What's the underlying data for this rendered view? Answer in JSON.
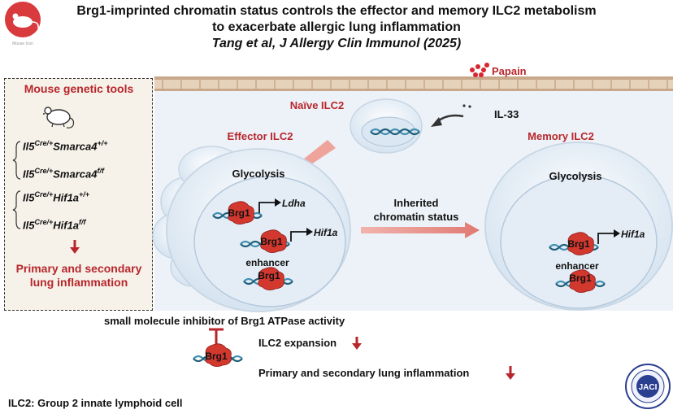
{
  "header": {
    "title_line1": "Brg1-imprinted chromatin status controls the effector and memory ILC2 metabolism",
    "title_line2": "to exacerbate allergic lung inflammation",
    "citation": "Tang et al, J Allergy Clin Immunol (2025)",
    "logo_caption": "Mouse Icon"
  },
  "left_panel": {
    "heading": "Mouse genetic tools",
    "geno1": {
      "base": "Il5",
      "sup1": "Cre/+",
      "gene": "Smarca4",
      "sup2": "+/+"
    },
    "geno2": {
      "base": "Il5",
      "sup1": "Cre/+",
      "gene": "Smarca4",
      "sup2": "f/f"
    },
    "geno3": {
      "base": "Il5",
      "sup1": "Cre/+",
      "gene": "Hif1a",
      "sup2": "+/+"
    },
    "geno4": {
      "base": "Il5",
      "sup1": "Cre/+",
      "gene": "Hif1a",
      "sup2": "f/f"
    },
    "outcome_line1": "Primary and secondary",
    "outcome_line2": "lung inflammation"
  },
  "diagram": {
    "papain": "Papain",
    "il33": "IL-33",
    "naive_label": "Naïve ILC2",
    "effector_label": "Effector ILC2",
    "memory_label": "Memory ILC2",
    "glycolysis": "Glycolysis",
    "brg1": "Brg1",
    "ldha": "Ldha",
    "hif1a": "Hif1a",
    "enhancer": "enhancer",
    "inherited_line1": "Inherited",
    "inherited_line2": "chromatin status"
  },
  "bottom": {
    "inhibitor": "small molecule inhibitor of Brg1 ATPase activity",
    "expansion": "ILC2 expansion",
    "inflammation": "Primary and secondary lung inflammation",
    "footnote": "ILC2: Group 2 innate lymphoid cell",
    "jaci": "JACI"
  },
  "colors": {
    "accent_red": "#b8262b",
    "membrane": "#c9a88a",
    "cell_fill": "#e4edf6",
    "dna": "#3f8fb0"
  }
}
